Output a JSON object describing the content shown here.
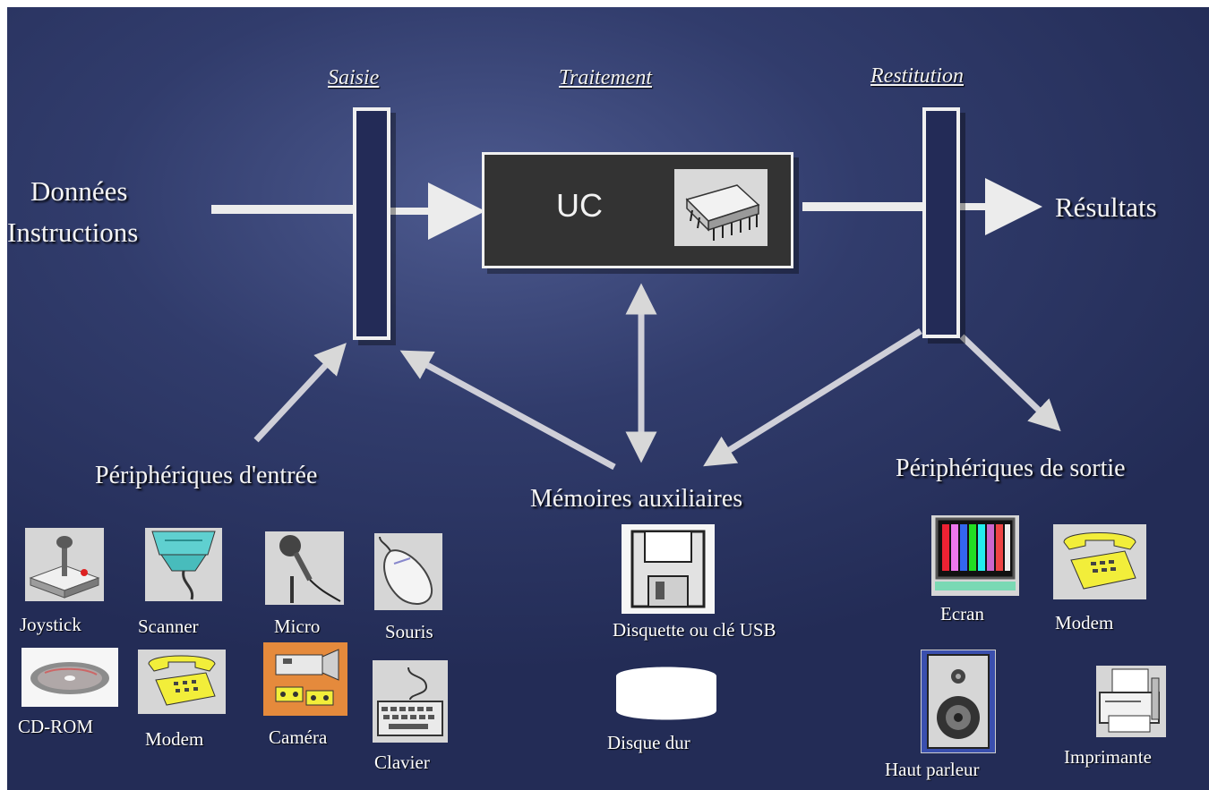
{
  "headers": {
    "saisie": "Saisie",
    "traitement": "Traitement",
    "restitution": "Restitution"
  },
  "inputs_text": {
    "line1": "Données",
    "line2": "Instructions"
  },
  "uc_label": "UC",
  "results_text": "Résultats",
  "groups": {
    "input_devices": "Périphériques d'entrée",
    "aux_memory": "Mémoires auxiliaires",
    "output_devices": "Périphériques de sortie"
  },
  "input_devices": {
    "joystick": "Joystick",
    "scanner": "Scanner",
    "micro": "Micro",
    "souris": "Souris",
    "cdrom": "CD-ROM",
    "modem": "Modem",
    "camera": "Caméra",
    "clavier": "Clavier"
  },
  "memory_devices": {
    "disquette": "Disquette ou clé USB",
    "disque_dur": "Disque dur"
  },
  "output_devices": {
    "ecran": "Ecran",
    "modem": "Modem",
    "haut_parleur": "Haut parleur",
    "imprimante": "Imprimante"
  },
  "colors": {
    "background": "#2b3563",
    "bar": "#232b57",
    "uc_box": "#333333",
    "arrow": "#e8e8e8",
    "device_yellow": "#f2ee3a",
    "camera_bg": "#e58a3c"
  }
}
